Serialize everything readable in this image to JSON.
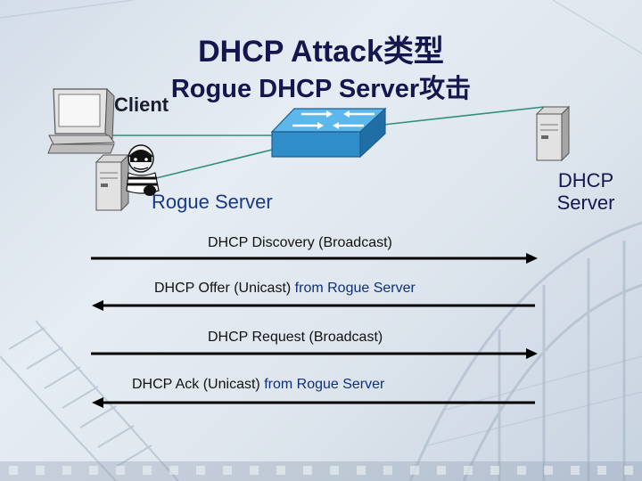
{
  "title": {
    "line1": "DHCP Attack类型",
    "line2": "Rogue DHCP Server攻击"
  },
  "nodes": {
    "client_label": "Client",
    "rogue_label": "Rogue Server",
    "dhcp_label": "DHCP Server"
  },
  "messages": [
    {
      "text": "DHCP Discovery (Broadcast)",
      "from_text": "",
      "direction": "right"
    },
    {
      "text": "DHCP Offer (Unicast) ",
      "from_text": "from Rogue Server",
      "direction": "left"
    },
    {
      "text": "DHCP Request (Broadcast)",
      "from_text": "",
      "direction": "right"
    },
    {
      "text": "DHCP Ack (Unicast) ",
      "from_text": "from Rogue Server",
      "direction": "left"
    }
  ],
  "colors": {
    "title": "#16164f",
    "switch": "#3a9ed8",
    "link": "#2f8f7a",
    "arrow": "#000000"
  },
  "icons": [
    "client-computer-icon",
    "switch-icon",
    "rogue-server-icon",
    "thief-icon",
    "dhcp-server-icon"
  ]
}
